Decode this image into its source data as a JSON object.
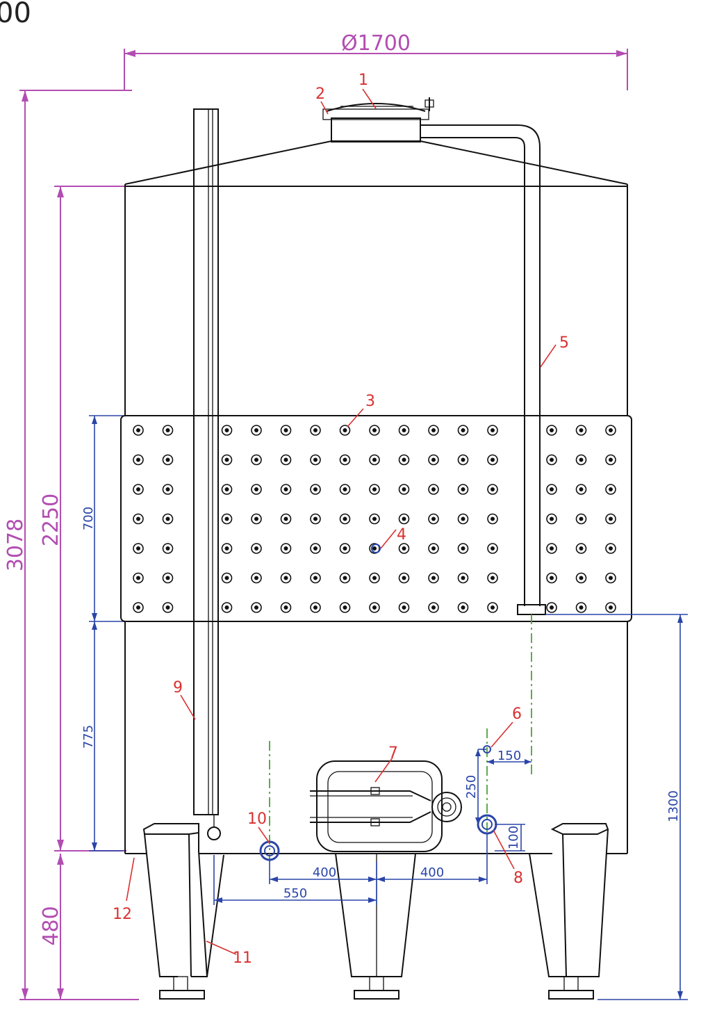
{
  "corner_fragment": "00",
  "dimensions": {
    "diameter": "Ø1700",
    "total_height": "3078",
    "shell_height": "2250",
    "legs_height": "480",
    "jacket_height": "700",
    "jacket_to_bottom": "775",
    "outlet_height": "1300",
    "d_150": "150",
    "d_250": "250",
    "d_100": "100",
    "d_400_left": "400",
    "d_400_right": "400",
    "d_550": "550"
  },
  "callouts": [
    "1",
    "2",
    "3",
    "4",
    "5",
    "6",
    "7",
    "8",
    "9",
    "10",
    "11",
    "12"
  ],
  "colors": {
    "outline": "#111111",
    "dimension_main": "#b24db2",
    "dimension_detail": "#2a45a8",
    "callout": "#d93030",
    "centerline": "#4da23a"
  }
}
